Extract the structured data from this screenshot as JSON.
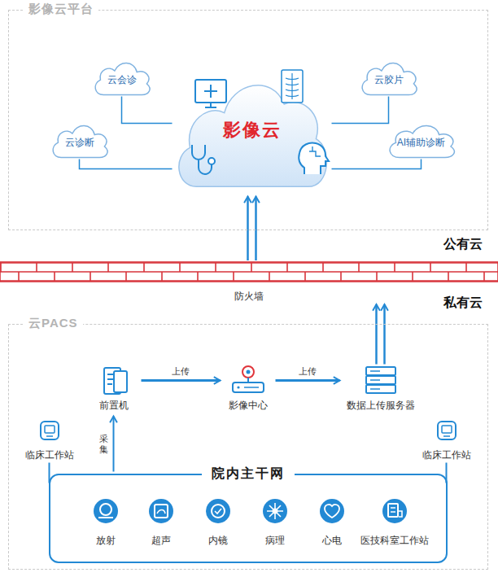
{
  "diagram": {
    "nodes": [
      {
        "text": [
          "影像云平台"
        ]
      },
      {
        "text": [
          "影像云"
        ],
        "in": 0
      },
      {
        "text": [
          "云会诊"
        ],
        "in": 0
      },
      {
        "text": [
          "云胶片"
        ],
        "in": 0
      },
      {
        "text": [
          "云诊断"
        ],
        "in": 0
      },
      {
        "text": [
          "AI辅助诊断"
        ],
        "in": 0
      },
      {
        "text": [
          "防火墙"
        ]
      },
      {
        "text": [
          "云PACS"
        ]
      },
      {
        "text": [
          "前置机"
        ],
        "in": 7
      },
      {
        "text": [
          "影像中心"
        ],
        "in": 7
      },
      {
        "text": [
          "数据上传服务器"
        ],
        "in": 7
      },
      {
        "text": [
          "临床工作站"
        ],
        "in": 7
      },
      {
        "text": [
          "临床工作站"
        ],
        "in": 7
      },
      {
        "text": [
          "院内主干网"
        ],
        "in": 7
      },
      {
        "text": [
          "放射"
        ],
        "in": 13
      },
      {
        "text": [
          "超声"
        ],
        "in": 13
      },
      {
        "text": [
          "内镜"
        ],
        "in": 13
      },
      {
        "text": [
          "病理"
        ],
        "in": 13
      },
      {
        "text": [
          "心电"
        ],
        "in": 13
      },
      {
        "text": [
          "医技科室工作站"
        ],
        "in": 13
      }
    ],
    "edges": [
      {
        "from": 2,
        "to": 1,
        "arrow": "none"
      },
      {
        "from": 3,
        "to": 1,
        "arrow": "none"
      },
      {
        "from": 4,
        "to": 1,
        "arrow": "none"
      },
      {
        "from": 5,
        "to": 1,
        "arrow": "none"
      },
      {
        "from": 6,
        "to": 1,
        "arrow": "to"
      },
      {
        "from": 10,
        "to": 6,
        "arrow": "to"
      },
      {
        "from": 8,
        "to": 9,
        "label": "上传",
        "arrow": "to"
      },
      {
        "from": 9,
        "to": 10,
        "label": "上传",
        "arrow": "to"
      },
      {
        "from": 13,
        "to": 8,
        "label": "采集",
        "arrow": "to"
      },
      {
        "from": 11,
        "to": 13,
        "arrow": "none"
      },
      {
        "from": 12,
        "to": 13,
        "arrow": "none"
      }
    ],
    "labels": [
      "公有云",
      "私有云"
    ]
  }
}
